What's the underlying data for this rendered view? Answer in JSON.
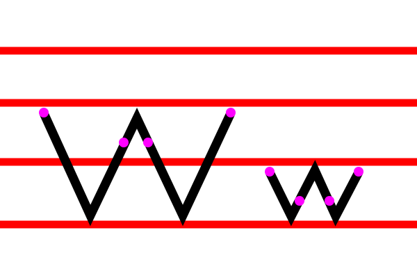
{
  "colors": {
    "background": "#ffffff",
    "guide_line": "#ff0000",
    "letter_stroke": "#000000",
    "stroke_point": "#ff00ff"
  },
  "guide_lines": [
    {
      "name": "top-line"
    },
    {
      "name": "ascender-line"
    },
    {
      "name": "mid-line"
    },
    {
      "name": "base-line"
    }
  ],
  "letters": [
    {
      "name": "uppercase-w",
      "case": "uppercase",
      "character": "W"
    },
    {
      "name": "lowercase-w",
      "case": "lowercase",
      "character": "w"
    }
  ]
}
